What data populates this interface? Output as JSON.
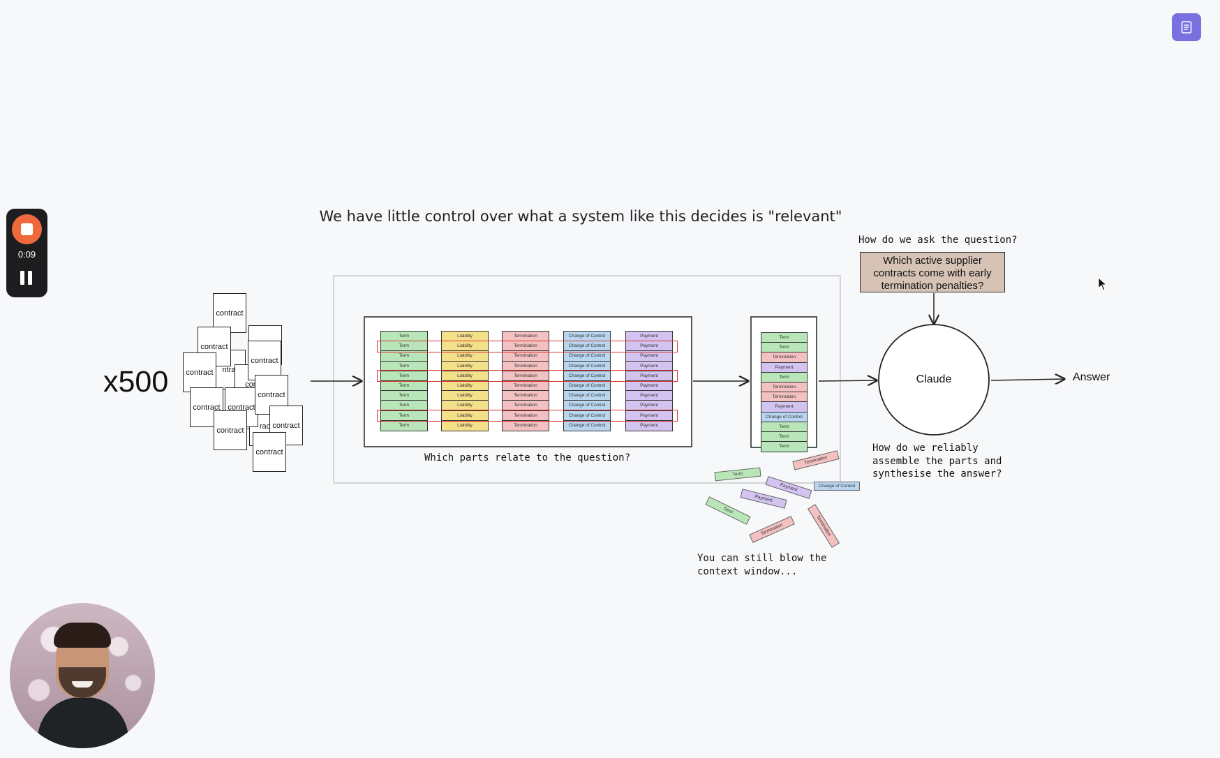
{
  "recorder": {
    "time": "0:09"
  },
  "slide": {
    "title": "We have little control over what a system like this decides is \"relevant\"",
    "multiplier": "x500",
    "contract_label": "contract",
    "contract_partials": [
      "ct",
      "contract",
      "ntra",
      "con",
      "ontract",
      "ract"
    ],
    "ask_question_label": "How do we ask the question?",
    "question_lines": [
      "Which active supplier",
      "contracts come with early",
      "termination penalties?"
    ],
    "parts_label": "Which parts relate to the question?",
    "model_name": "Claude",
    "answer_label": "Answer",
    "assemble_lines": [
      "How do we reliably",
      "assemble the parts and",
      "synthesise the answer?"
    ],
    "context_lines": [
      "You can still blow the",
      "context window..."
    ],
    "columns": [
      {
        "label": "Term",
        "color": "#b9e6b9"
      },
      {
        "label": "Liability",
        "color": "#f5e08a"
      },
      {
        "label": "Termination",
        "color": "#f3c1c1"
      },
      {
        "label": "Change of Control",
        "color": "#b9d6f0"
      },
      {
        "label": "Payment",
        "color": "#d3c3f0"
      }
    ],
    "selected_stack": [
      {
        "label": "Term",
        "color": "#b9e6b9"
      },
      {
        "label": "Term",
        "color": "#b9e6b9"
      },
      {
        "label": "Termination",
        "color": "#f3c1c1"
      },
      {
        "label": "Payment",
        "color": "#d3c3f0"
      },
      {
        "label": "Term",
        "color": "#b9e6b9"
      },
      {
        "label": "Termination",
        "color": "#f3c1c1"
      },
      {
        "label": "Termination",
        "color": "#f3c1c1"
      },
      {
        "label": "Payment",
        "color": "#d3c3f0"
      },
      {
        "label": "Change of Control",
        "color": "#b9d6f0"
      },
      {
        "label": "Term",
        "color": "#b9e6b9"
      },
      {
        "label": "Term",
        "color": "#b9e6b9"
      },
      {
        "label": "Term",
        "color": "#b9e6b9"
      }
    ],
    "scattered_chips": [
      {
        "label": "Termination",
        "color": "#f3c1c1"
      },
      {
        "label": "Term",
        "color": "#b9e6b9"
      },
      {
        "label": "Payment",
        "color": "#d3c3f0"
      },
      {
        "label": "Change of Control",
        "color": "#b9d6f0"
      },
      {
        "label": "Payment",
        "color": "#d3c3f0"
      },
      {
        "label": "Term",
        "color": "#b9e6b9"
      },
      {
        "label": "Termination",
        "color": "#f3c1c1"
      },
      {
        "label": "Termination",
        "color": "#f3c1c1"
      }
    ]
  }
}
